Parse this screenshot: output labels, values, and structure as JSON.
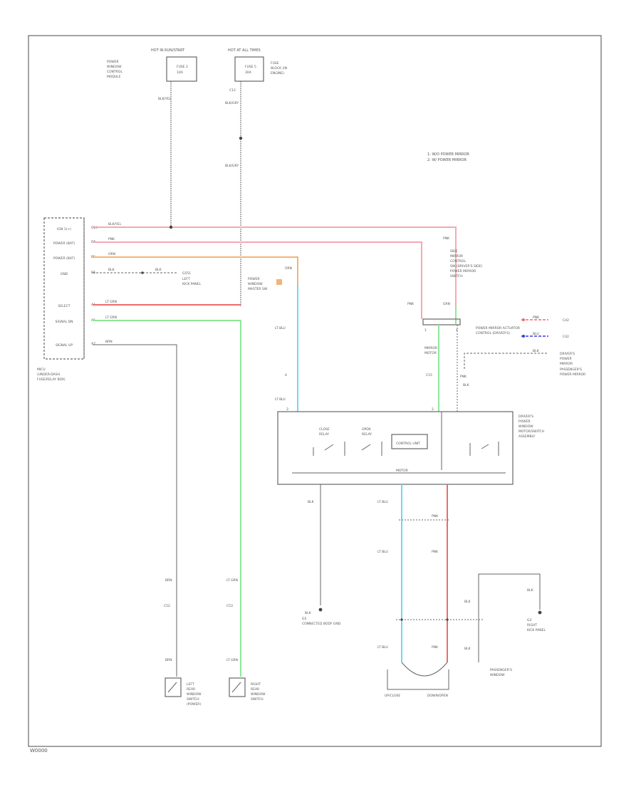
{
  "diagram": {
    "page_ref": "W0000",
    "colors": {
      "pink": "#f6a8b4",
      "red": "#ef6a6a",
      "orange": "#f3b37a",
      "cyan": "#6fd9ef",
      "green": "#8ee79a",
      "gray": "#8a8a8a",
      "darkgray": "#555555",
      "blue": "#3a3ae0"
    },
    "top_left_fuse": {
      "title": "HOT IN RUN/START",
      "lines": [
        "POWER",
        "WINDOW",
        "CONTROL",
        "MODULE"
      ],
      "fuse": "FUSE 2",
      "amps": "10A",
      "wire_label": "BLK/YEL"
    },
    "top_center_fuse": {
      "title": "HOT AT ALL TIMES",
      "lines": [
        "FUSE",
        "BLOCK (IN",
        "ENGINE)"
      ],
      "fuse": "FUSE 5",
      "amps": "30A",
      "conn": "C12",
      "wire1": "BLK/GRY",
      "wire2": "BLK/GRY"
    },
    "legend": [
      "1: W/O POWER MIRROR",
      "2: W/ POWER MIRROR"
    ],
    "left_module": {
      "pins": [
        {
          "pin": "C14",
          "label": "IGN 1(+)",
          "wire": "BLK/YEL"
        },
        {
          "pin": "D6",
          "label": "POWER (BAT)",
          "wire": "PNK"
        },
        {
          "pin": "B5",
          "label": "POWER (BAT)",
          "wire": "ORN"
        },
        {
          "pin": "B6",
          "label": "GND",
          "wire": "BLK"
        },
        {
          "pin": "A1",
          "label": "SELECT",
          "wire": "LT GRN"
        },
        {
          "pin": "A5",
          "label": "SIGNAL DN",
          "wire": "LT GRN"
        },
        {
          "pin": "A7",
          "label": "SIGNAL UP",
          "wire": "BRN"
        }
      ],
      "name_lines": [
        "MICU",
        "(UNDER-DASH",
        "FUSE/RELAY BOX)"
      ]
    },
    "ground_left": {
      "wire": "BLK",
      "label": "G551",
      "lines": [
        "LEFT",
        "KICK PANEL"
      ]
    },
    "power_control_unit": {
      "lines": [
        "POWER",
        "WINDOW",
        "MASTER SW"
      ],
      "wire": "ORN"
    },
    "upper_right": {
      "wire1": "PNK",
      "lines": [
        "SIDE",
        "MIRROR",
        "CONTROL",
        "SW (DRIVER'S SIDE)",
        "POWER MIRROR",
        "SWITCH"
      ],
      "wire2": "GRN",
      "pin1": "1",
      "pin2": "4",
      "conn": "C15",
      "sub_lines": [
        "MIRROR",
        "MOTOR"
      ]
    },
    "right_labels": {
      "line1": "POWER MIRROR ACTUATOR",
      "line2": "CONTROL (DRIVER'S)",
      "wire_a": "PNK",
      "wire_b": "BLU",
      "wire_c": "BLK",
      "tag_a": "C42",
      "tag_b": "C42",
      "side_lines": [
        "DRIVER'S",
        "POWER",
        "MIRROR"
      ]
    },
    "bottom_right_labels": {
      "line1": "PASSENGER'S",
      "line2": "POWER MIRROR"
    },
    "main_unit": {
      "right_label_lines": [
        "DRIVER'S",
        "POWER",
        "WINDOW",
        "MOTOR/SWITCH",
        "ASSEMBLY"
      ],
      "relay1_lines": [
        "CLOSE",
        "RELAY"
      ],
      "relay2_lines": [
        "OPEN",
        "RELAY"
      ],
      "control_label": "CONTROL UNIT",
      "center_label": "MOTOR",
      "wire_top_left": "LT BLU",
      "wire_top_mid": "PNK",
      "wire_top_right": "BLK"
    },
    "lower_wires": {
      "left_blk": "BLK",
      "center_cyan": "LT BLU",
      "center_red": "PNK",
      "gnd_label_lines": [
        "G5",
        "CONNECTED BODY GND"
      ],
      "pin_labels": [
        "4",
        "3",
        "2"
      ]
    },
    "bottom_switches": {
      "left_wire": "BRN",
      "left_conn": "C52",
      "left_lines": [
        "LEFT",
        "REAR",
        "WINDOW",
        "SWITCH",
        "(POWER)"
      ],
      "right_wire": "LT GRN",
      "right_conn": "C53",
      "right_lines": [
        "RIGHT",
        "REAR",
        "WINDOW",
        "SWITCH"
      ],
      "motor_label_left": "UP/CLOSE",
      "motor_label_right": "DOWN/OPEN"
    },
    "right_ground": {
      "wire": "BLK",
      "label": "G3",
      "lines": [
        "RIGHT",
        "KICK PANEL"
      ],
      "switch_lines": [
        "PASSENGER'S",
        "WINDOW"
      ]
    }
  }
}
